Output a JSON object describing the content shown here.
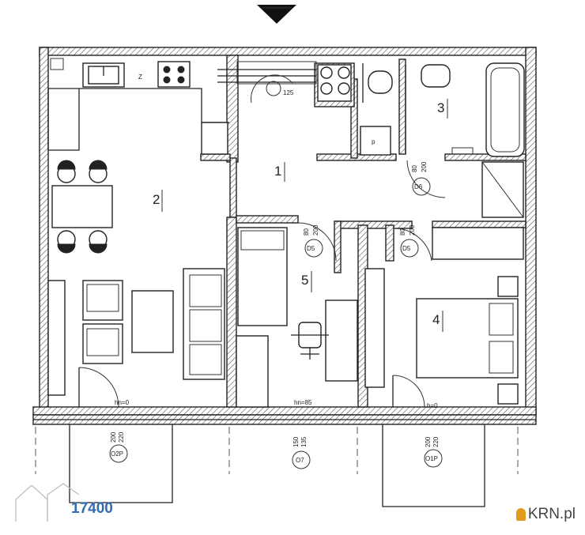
{
  "rooms": [
    {
      "id": "1",
      "label": "1"
    },
    {
      "id": "2",
      "label": "2"
    },
    {
      "id": "3",
      "label": "3"
    },
    {
      "id": "4",
      "label": "4"
    },
    {
      "id": "5",
      "label": "5"
    }
  ],
  "doors": {
    "d6": {
      "tag": "D6",
      "w": "80",
      "h": "200"
    },
    "d5_left": {
      "tag": "D5",
      "w": "80",
      "h": "200"
    },
    "d5_right": {
      "tag": "D5",
      "w": "80",
      "h": "200"
    }
  },
  "windows": {
    "o2p": {
      "tag": "O2P",
      "dims": [
        "200",
        "220"
      ]
    },
    "o7": {
      "tag": "O7",
      "dims": [
        "150",
        "135"
      ]
    },
    "o1p": {
      "tag": "O1P",
      "dims": [
        "200",
        "220"
      ]
    }
  },
  "kitchen": {
    "z_label": "Z"
  },
  "bathroom": {
    "p_label": "p"
  },
  "annotations": {
    "vent_label": "125",
    "hn_left": "hn=0",
    "hn_mid": "hn=85",
    "hn_right": "h=0"
  },
  "listing_id": "17400",
  "watermark": "KRN.pl"
}
